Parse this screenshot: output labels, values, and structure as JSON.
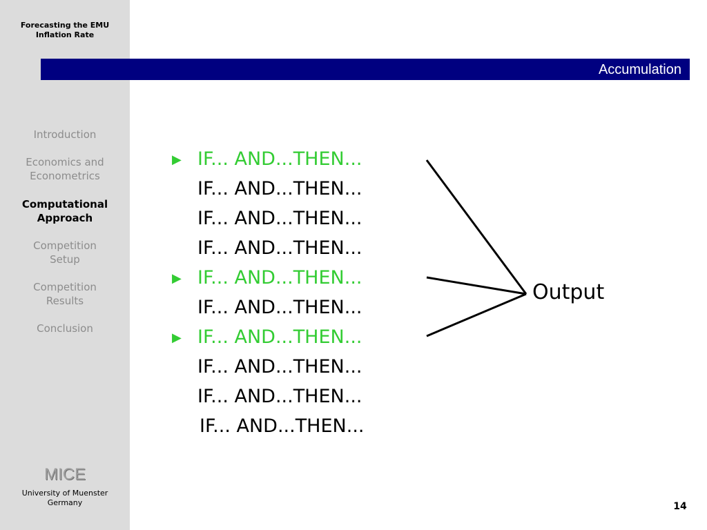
{
  "sidebar": {
    "title": "Forecasting the EMU\nInflation Rate",
    "nav": [
      {
        "label": "Introduction",
        "active": false
      },
      {
        "label": "Economics and\nEconometrics",
        "active": false
      },
      {
        "label": "Computational\nApproach",
        "active": true
      },
      {
        "label": "Competition\nSetup",
        "active": false
      },
      {
        "label": "Competition\nResults",
        "active": false
      },
      {
        "label": "Conclusion",
        "active": false
      }
    ],
    "logo_text": "MICE",
    "university": "University of Muenster\nGermany"
  },
  "header": {
    "title": "Accumulation"
  },
  "rules": [
    {
      "text": "IF... AND...THEN...",
      "highlighted": true
    },
    {
      "text": "IF... AND...THEN...",
      "highlighted": false
    },
    {
      "text": "IF... AND...THEN...",
      "highlighted": false
    },
    {
      "text": "IF... AND...THEN...",
      "highlighted": false
    },
    {
      "text": "IF... AND...THEN...",
      "highlighted": true
    },
    {
      "text": "IF... AND...THEN...",
      "highlighted": false
    },
    {
      "text": "IF... AND...THEN...",
      "highlighted": true
    },
    {
      "text": "IF... AND...THEN...",
      "highlighted": false
    },
    {
      "text": "IF... AND...THEN...",
      "highlighted": false
    },
    {
      "text": "IF... AND...THEN...",
      "highlighted": false
    }
  ],
  "bullet_icon": "play-triangle-icon",
  "output_label": "Output",
  "page_number": "14",
  "colors": {
    "sidebar_bg": "#dcdcdc",
    "header_bar": "#000080",
    "highlight": "#33cc33",
    "nav_inactive": "#8c8c8c"
  }
}
